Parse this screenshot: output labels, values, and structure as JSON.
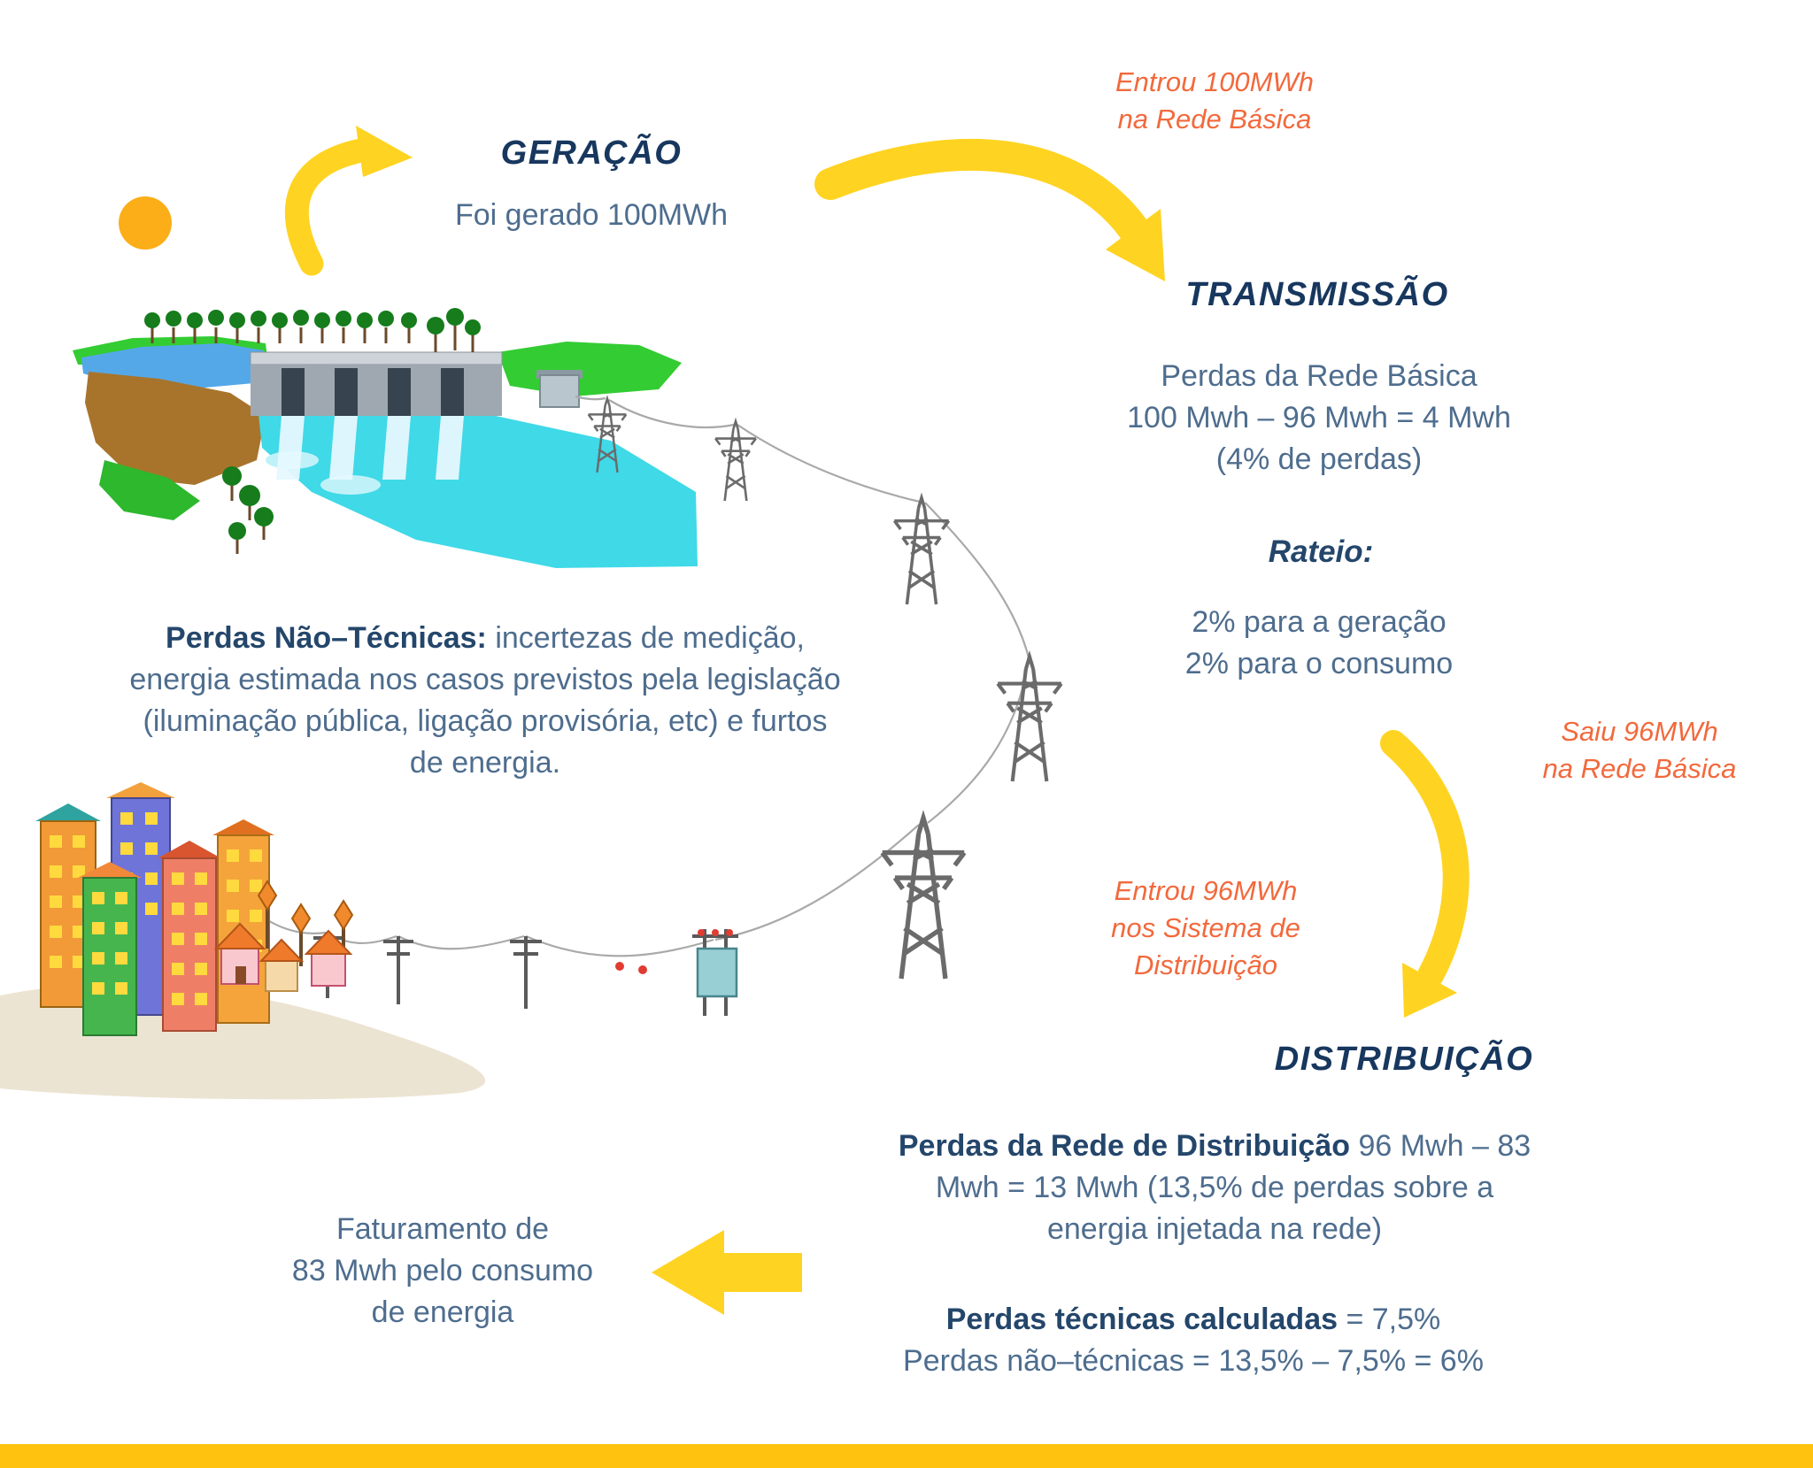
{
  "generation": {
    "title": "GERAÇÃO",
    "subtitle": "Foi gerado 100MWh"
  },
  "flow": {
    "entrou_basica_l1": "Entrou 100MWh",
    "entrou_basica_l2": "na Rede Básica",
    "saiu_basica_l1": "Saiu 96MWh",
    "saiu_basica_l2": "na Rede Básica",
    "entrou_dist_l1": "Entrou 96MWh",
    "entrou_dist_l2": "nos Sistema de",
    "entrou_dist_l3": "Distribuição"
  },
  "transmission": {
    "title": "TRANSMISSÃO",
    "l1": "Perdas da Rede Básica",
    "l2": "100 Mwh – 96 Mwh = 4 Mwh",
    "l3": "(4% de perdas)",
    "rateio_title": "Rateio:",
    "rateio_l1": "2% para a geração",
    "rateio_l2": "2% para o consumo"
  },
  "distribution": {
    "title": "DISTRIBUIÇÃO",
    "p1_bold": "Perdas da Rede de Distribuição",
    "p1_rest": " 96 Mwh – 83",
    "p1_l2": "Mwh = 13 Mwh (13,5% de perdas sobre a",
    "p1_l3": "energia injetada na rede)",
    "p2_bold": "Perdas técnicas calculadas",
    "p2_rest": " = 7,5%",
    "p2_l2": "Perdas não–técnicas = 13,5% – 7,5% = 6%"
  },
  "non_technical": {
    "bold": "Perdas Não–Técnicas:",
    "l1_rest": " incertezas de medição,",
    "l2": "energia estimada nos casos previstos pela legislação",
    "l3": "(iluminação pública, ligação provisória, etc) e furtos",
    "l4": "de energia."
  },
  "billing": {
    "l1": "Faturamento de",
    "l2": "83 Mwh pelo consumo",
    "l3": "de energia"
  },
  "colors": {
    "heading_navy": "#17375e",
    "body_blue": "#4e6d8e",
    "accent_orange": "#f2693c",
    "arrow_yellow": "#ffd321",
    "bottom_bar_yellow": "#ffc20e"
  }
}
